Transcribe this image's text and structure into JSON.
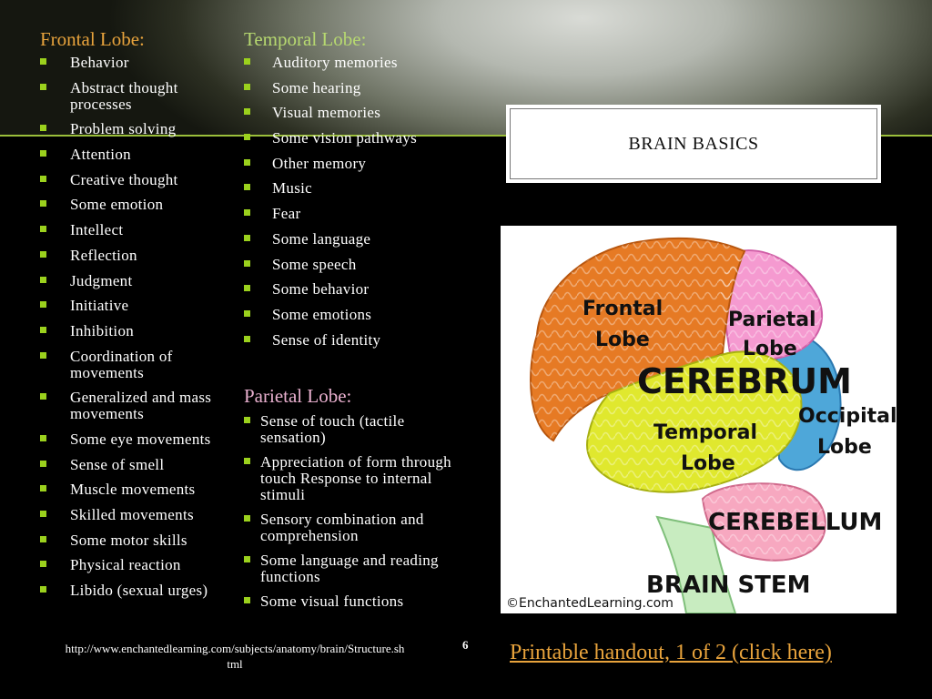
{
  "frontal": {
    "heading": "Frontal Lobe:",
    "items": [
      "Behavior",
      "Abstract thought processes",
      "Problem solving",
      "Attention",
      "Creative thought",
      "Some emotion",
      "Intellect",
      "Reflection",
      "Judgment",
      "Initiative",
      "Inhibition",
      "Coordination of movements",
      "Generalized and mass movements",
      "Some eye movements",
      "Sense of smell",
      "Muscle movements",
      "Skilled movements",
      "Some motor skills",
      "Physical reaction",
      "Libido (sexual urges)"
    ]
  },
  "temporal": {
    "heading": "Temporal Lobe:",
    "items": [
      "Auditory memories",
      "Some hearing",
      "Visual memories",
      "Some vision pathways",
      "Other memory",
      "Music",
      "Fear",
      "Some language",
      "Some speech",
      "Some behavior",
      "Some emotions",
      "Sense of identity"
    ]
  },
  "parietal": {
    "heading": "Parietal Lobe:",
    "items": [
      "Sense of touch (tactile sensation)",
      "Appreciation of form through touch Response to internal stimuli",
      "Sensory combination and comprehension",
      "Some language and reading functions",
      "Some visual functions"
    ]
  },
  "title": "BRAIN BASICS",
  "diagram": {
    "frontal_l1": "Frontal",
    "frontal_l2": "Lobe",
    "parietal_l1": "Parietal",
    "parietal_l2": "Lobe",
    "cerebrum": "CEREBRUM",
    "occipital_l1": "Occipital",
    "occipital_l2": "Lobe",
    "temporal_l1": "Temporal",
    "temporal_l2": "Lobe",
    "cerebellum": "CEREBELLUM",
    "brainstem": "BRAIN STEM",
    "credit": "©EnchantedLearning.com"
  },
  "footer": {
    "url_line1": "http://www.enchantedlearning.com/subjects/anatomy/brain/Structure.sh",
    "url_line2": "tml",
    "page_number": "6",
    "handout_link": "Printable handout, 1 of 2 (click here)"
  }
}
